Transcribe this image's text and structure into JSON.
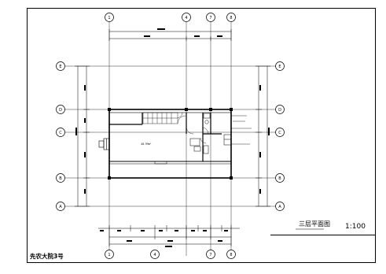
{
  "drawing": {
    "title": "三层平面图",
    "scale": "1:100",
    "project": "先农大院3号"
  },
  "grid_axes": {
    "top": [
      "1",
      "4",
      "7",
      "8"
    ],
    "bottom": [
      "1",
      "4",
      "7",
      "8"
    ],
    "left": [
      "E",
      "D",
      "C",
      "B",
      "A"
    ],
    "right": [
      "E",
      "D",
      "C",
      "B",
      "A"
    ]
  },
  "room_labels": {
    "main_room": "40.99m²"
  },
  "colors": {
    "line": "#000000",
    "paper": "#ffffff"
  }
}
